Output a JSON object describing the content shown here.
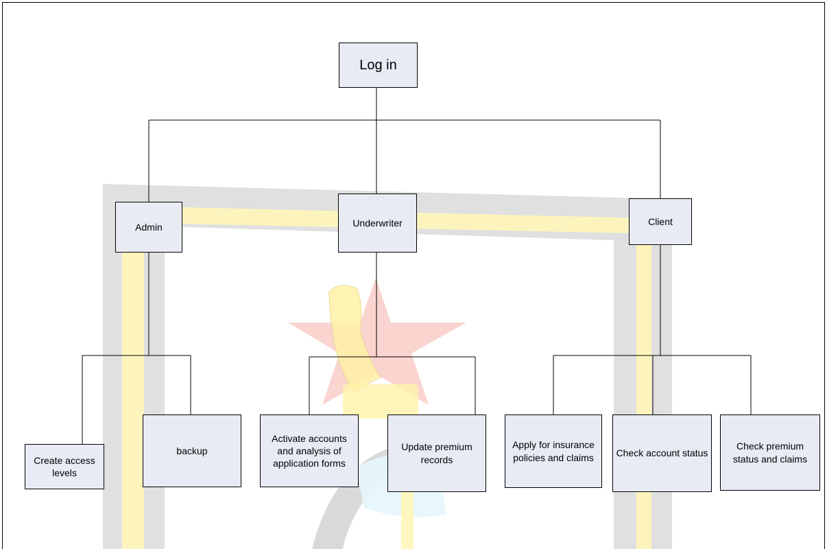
{
  "diagram": {
    "root": {
      "label": "Log in"
    },
    "roles": [
      {
        "label": "Admin"
      },
      {
        "label": "Underwriter"
      },
      {
        "label": "Client"
      }
    ],
    "tasks": [
      {
        "label": "Create access levels"
      },
      {
        "label": "backup"
      },
      {
        "label": "Activate accounts and analysis of application forms"
      },
      {
        "label": "Update premium records"
      },
      {
        "label": "Apply for insurance policies and claims"
      },
      {
        "label": "Check account status"
      },
      {
        "label": "Check premium status and claims"
      }
    ]
  },
  "colors": {
    "node_fill": "#e8ebf4",
    "line": "#000000",
    "watermark_gray": "#c8c8c8",
    "watermark_yellow": "#fff6b8",
    "watermark_red": "#f6b0a8"
  },
  "watermark": {
    "kind": "emblem",
    "description_icon": "bird-emblem-icon"
  }
}
